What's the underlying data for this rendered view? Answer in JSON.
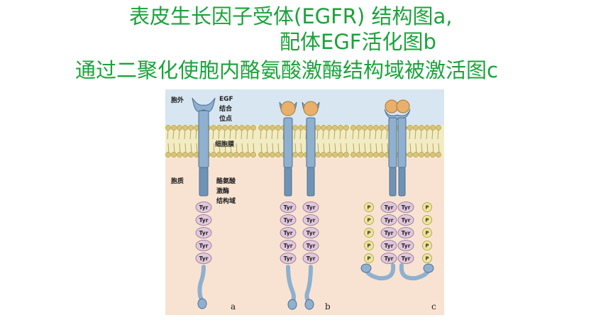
{
  "title": {
    "line1": "表皮生长因子受体(EGFR) 结构图a,",
    "line2": "配体EGF活化图b",
    "line3": "通过二聚化使胞内酪氨酸激酶结构域被激活图c"
  },
  "labels": {
    "extracellular": "胞外",
    "egf_site_1": "EGF",
    "egf_site_2": "结合",
    "egf_site_3": "位点",
    "membrane": "细胞膜",
    "cytoplasm": "胞质",
    "kinase_1": "酪氨酸",
    "kinase_2": "激酶",
    "kinase_3": "结构域",
    "tyr": "Tyr",
    "p": "P"
  },
  "panels": {
    "a": {
      "letter": "a"
    },
    "b": {
      "letter": "b"
    },
    "c": {
      "letter": "c"
    }
  },
  "colors": {
    "title": "#1aa33a",
    "extracellular_bg": "#d7e6f1",
    "cytoplasm_bg": "#f8e3d3",
    "membrane_band": "#f2ecc4",
    "lipid_head": "#d9c47a",
    "receptor": "#8fb0cf",
    "receptor_stroke": "#4f6f91",
    "egf_ligand": "#e8b06a",
    "tyr_fill": "#e2c8de",
    "phosphate": "#efe59a"
  }
}
